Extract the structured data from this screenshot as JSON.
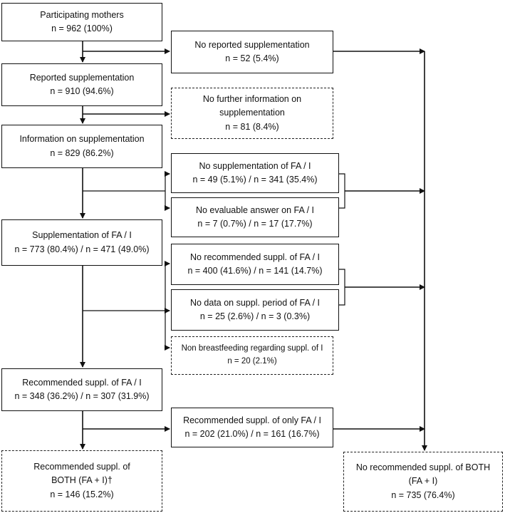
{
  "boxes": {
    "participating": {
      "title": "Participating mothers",
      "count": "n = 962 (100%)"
    },
    "no_reported": {
      "title": "No reported supplementation",
      "count": "n = 52 (5.4%)"
    },
    "reported": {
      "title": "Reported supplementation",
      "count": "n = 910 (94.6%)"
    },
    "no_further": {
      "title1": "No further information on",
      "title2": "supplementation",
      "count": "n = 81 (8.4%)"
    },
    "information": {
      "title": "Information on supplementation",
      "count": "n = 829 (86.2%)"
    },
    "no_suppl_fa_i": {
      "title": "No supplementation of FA / I",
      "count": "n = 49 (5.1%) / n = 341 (35.4%)"
    },
    "no_evaluable": {
      "title": "No evaluable answer on FA / I",
      "count": "n = 7 (0.7%) / n = 17 (17.7%)"
    },
    "suppl_fa_i": {
      "title": "Supplementation of FA / I",
      "count": "n = 773 (80.4%) / n = 471 (49.0%)"
    },
    "no_recommended": {
      "title": "No recommended suppl. of FA / I",
      "count": "n = 400 (41.6%) / n = 141 (14.7%)"
    },
    "no_data_period": {
      "title": "No data on suppl. period of FA / I",
      "count": "n = 25 (2.6%) / n = 3 (0.3%)"
    },
    "non_breastfeeding": {
      "title": "Non breastfeeding regarding suppl. of I",
      "count": "n = 20 (2.1%)"
    },
    "recommended": {
      "title": "Recommended suppl. of FA / I",
      "count": "n = 348 (36.2%) / n = 307 (31.9%)"
    },
    "recommended_only": {
      "title": "Recommended suppl. of only FA / I",
      "count": "n = 202 (21.0%) / n = 161 (16.7%)"
    },
    "recommended_both": {
      "title1": "Recommended suppl. of",
      "title2": "BOTH (FA + I)†",
      "count": "n = 146 (15.2%)"
    },
    "no_recommended_both": {
      "title1": "No recommended suppl. of BOTH",
      "title2": "(FA + I)",
      "count": "n = 735 (76.4%)"
    }
  }
}
